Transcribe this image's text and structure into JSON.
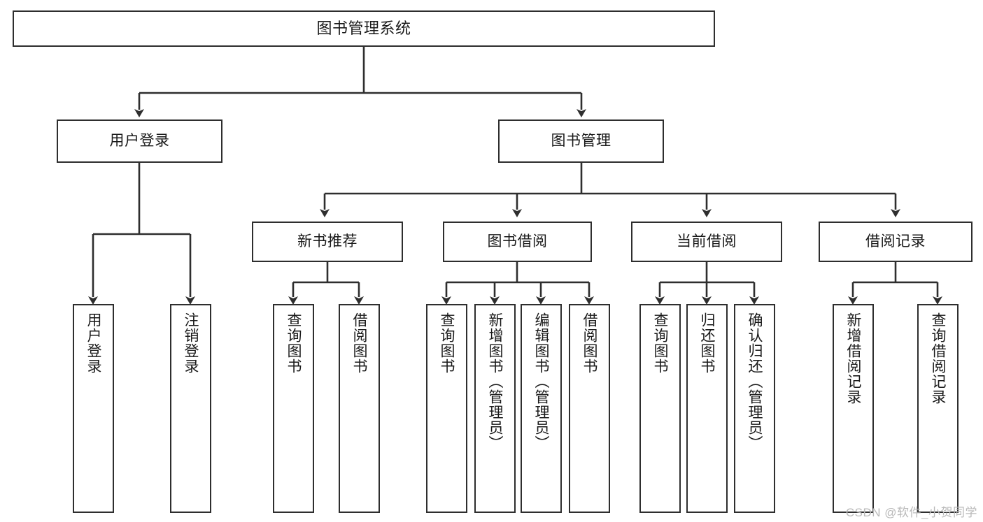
{
  "diagram": {
    "type": "tree",
    "title": "图书管理系统",
    "watermark": "CSDN @软件_小贺同学",
    "colors": {
      "box_border": "#2e2e2e",
      "box_fill": "#ffffff",
      "connector": "#2e2e2e",
      "text": "#1a1a1a",
      "watermark": "#b9b9b9"
    },
    "nodes": {
      "root": {
        "label": "图书管理系统"
      },
      "level2": [
        {
          "label": "用户登录"
        },
        {
          "label": "图书管理"
        }
      ],
      "level3": [
        {
          "label": "新书推荐"
        },
        {
          "label": "图书借阅"
        },
        {
          "label": "当前借阅"
        },
        {
          "label": "借阅记录"
        }
      ],
      "leaves": {
        "user_login": [
          {
            "label": "用户登录"
          },
          {
            "label": "注销登录"
          }
        ],
        "new_book": [
          {
            "label": "查询图书"
          },
          {
            "label": "借阅图书"
          }
        ],
        "book_borrow": [
          {
            "label": "查询图书"
          },
          {
            "label": "新增图书（管理员）"
          },
          {
            "label": "编辑图书（管理员）"
          },
          {
            "label": "借阅图书"
          }
        ],
        "current_borrow": [
          {
            "label": "查询图书"
          },
          {
            "label": "归还图书"
          },
          {
            "label": "确认归还（管理员）"
          }
        ],
        "borrow_record": [
          {
            "label": "新增借阅记录"
          },
          {
            "label": "查询借阅记录"
          }
        ]
      }
    }
  }
}
